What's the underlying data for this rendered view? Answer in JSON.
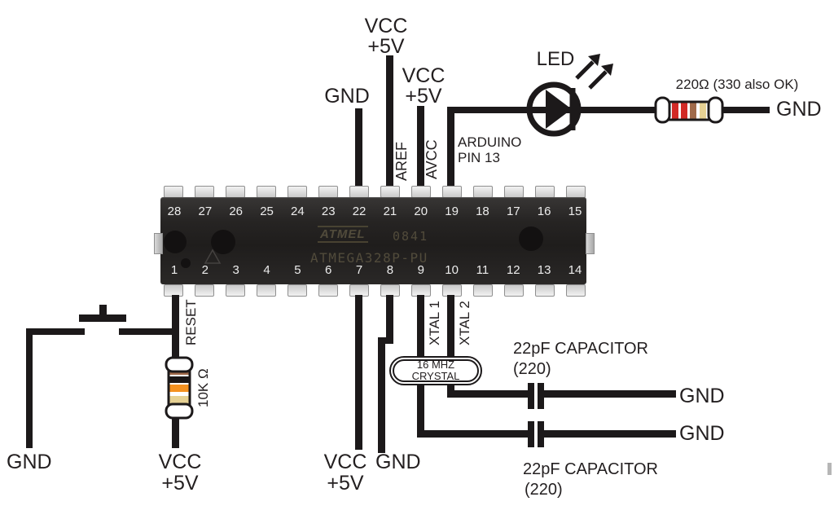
{
  "labels": {
    "gnd_top": "GND",
    "vcc_aref": {
      "line1": "VCC",
      "line2": "+5V"
    },
    "vcc_avcc": {
      "line1": "VCC",
      "line2": "+5V"
    },
    "aref": "AREF",
    "avcc": "AVCC",
    "arduino_pin": {
      "line1": "ARDUINO",
      "line2": "PIN 13"
    },
    "led": "LED",
    "resistor_220": "220Ω (330 also OK)",
    "gnd_right": "GND",
    "reset": "RESET",
    "gnd_left": "GND",
    "resistor_10k": "10K Ω",
    "vcc_reset": {
      "line1": "VCC",
      "line2": "+5V"
    },
    "vcc_pin7": {
      "line1": "VCC",
      "line2": "+5V"
    },
    "gnd_pin8": "GND",
    "xtal1": "XTAL 1",
    "xtal2": "XTAL 2",
    "crystal": {
      "line1": "16 MHZ",
      "line2": "CRYSTAL"
    },
    "cap_upper": {
      "line1": "22pF CAPACITOR",
      "line2": "(220)"
    },
    "cap_lower": {
      "line1": "22pF CAPACITOR",
      "line2": "(220)"
    },
    "gnd_cap_upper": "GND",
    "gnd_cap_lower": "GND"
  },
  "chip": {
    "brand": "ATMEL",
    "date_code": "0841",
    "part": "ATMEGA328P-PU",
    "top_pins": [
      "28",
      "27",
      "26",
      "25",
      "24",
      "23",
      "22",
      "21",
      "20",
      "19",
      "18",
      "17",
      "16",
      "15"
    ],
    "bottom_pins": [
      "1",
      "2",
      "3",
      "4",
      "5",
      "6",
      "7",
      "8",
      "9",
      "10",
      "11",
      "12",
      "13",
      "14"
    ]
  },
  "colors": {
    "background": "#ffffff",
    "wire": "#1c191a",
    "chip_body": "#242221",
    "pin_metal": "#d9d9d9",
    "marking_text": "#5a5340",
    "band_red": "#d22a26",
    "band_brown": "#a06a4a",
    "band_black": "#1a1616",
    "band_orange": "#f49120",
    "band_gold": "#e6d193"
  }
}
